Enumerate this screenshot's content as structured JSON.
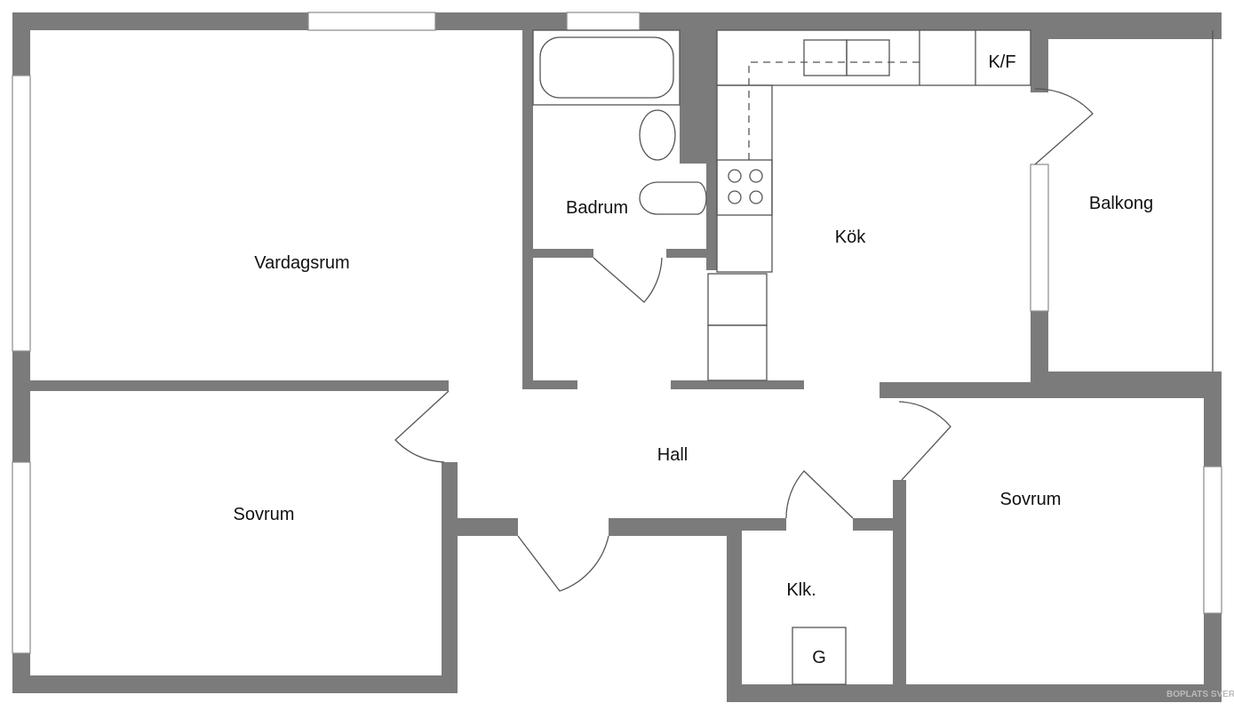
{
  "rooms": {
    "vardagsrum": "Vardagsrum",
    "badrum": "Badrum",
    "kok": "Kök",
    "kf": "K/F",
    "balkong": "Balkong",
    "hall": "Hall",
    "sovrum_left": "Sovrum",
    "sovrum_right": "Sovrum",
    "klk": "Klk.",
    "g": "G"
  },
  "watermark": "BOPLATS SVERI",
  "colors": {
    "wall": "#7b7b7b"
  }
}
